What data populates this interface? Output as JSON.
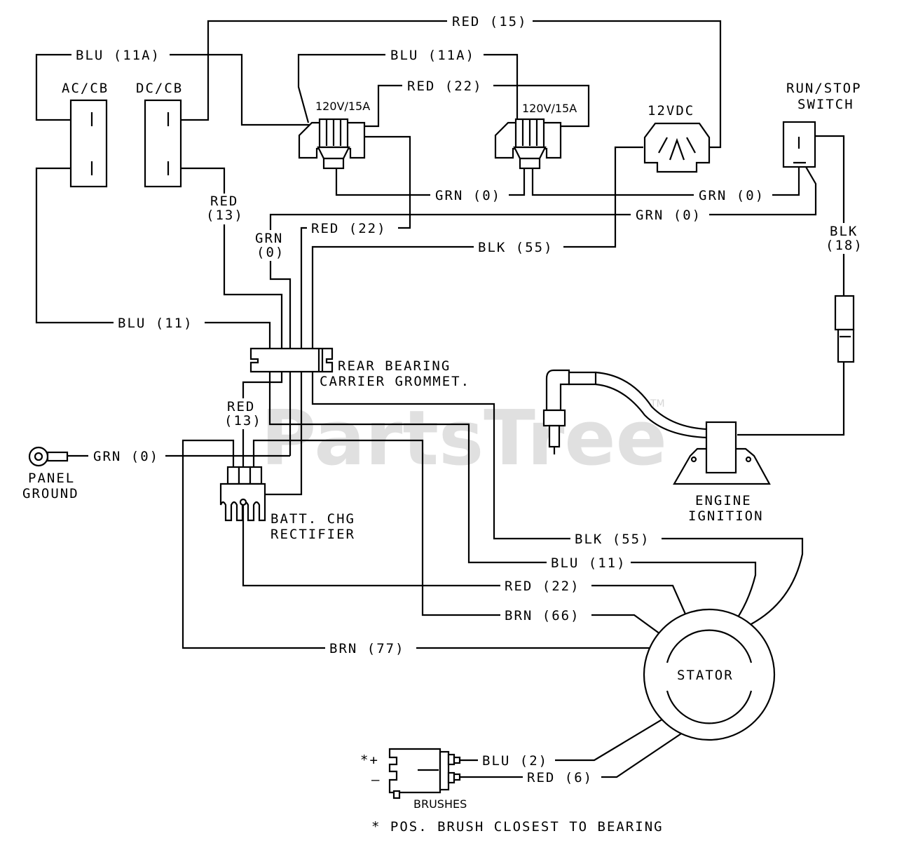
{
  "components": {
    "ac_cb": "AC/CB",
    "dc_cb": "DC/CB",
    "outlet_1": "120V/15A",
    "outlet_2": "120V/15A",
    "outlet_12v": "12VDC",
    "run_stop_1": "RUN/STOP",
    "run_stop_2": "SWITCH",
    "panel_ground_1": "PANEL",
    "panel_ground_2": "GROUND",
    "rectifier_1": "BATT. CHG",
    "rectifier_2": "RECTIFIER",
    "grommet_1": "REAR BEARING",
    "grommet_2": "CARRIER GROMMET.",
    "ignition_1": "ENGINE",
    "ignition_2": "IGNITION",
    "stator": "STATOR",
    "brushes": "BRUSHES",
    "brush_plus": "*+",
    "brush_minus": "–",
    "footnote": "* POS. BRUSH CLOSEST TO BEARING"
  },
  "wires": {
    "red15": "RED (15)",
    "blu11a_1": "BLU (11A)",
    "blu11a_2": "BLU (11A)",
    "red22_top": "RED (22)",
    "grn0_a": "GRN (0)",
    "grn0_b": "GRN (0)",
    "grn0_c": "GRN (0)",
    "red13_a1": "RED",
    "red13_a2": "(13)",
    "grn0_v1": "GRN",
    "grn0_v2": "(0)",
    "red22_mid": "RED (22)",
    "blk55_top": "BLK (55)",
    "blk18_1": "BLK",
    "blk18_2": "(18)",
    "blu11_left": "BLU (11)",
    "red13_b1": "RED",
    "red13_b2": "(13)",
    "grn0_panel": "GRN (0)",
    "blk55_low": "BLK (55)",
    "blu11_low": "BLU (11)",
    "red22_low": "RED (22)",
    "brn66": "BRN (66)",
    "brn77": "BRN (77)",
    "blu2": "BLU (2)",
    "red6": "RED (6)"
  },
  "watermark": {
    "text": "PartsTree",
    "tm": "TM"
  }
}
